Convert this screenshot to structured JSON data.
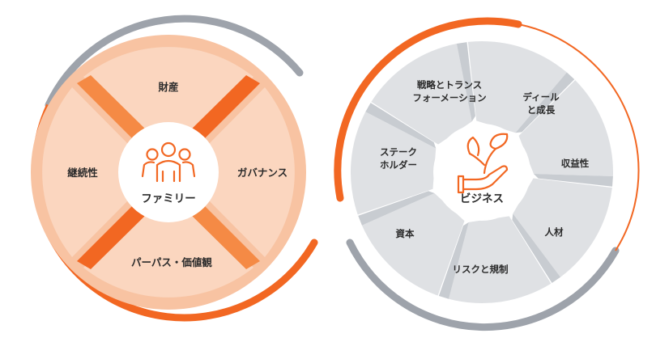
{
  "family": {
    "hub_label": "ファミリー",
    "hub_icon": "family-people-icon",
    "segments": {
      "top": "財産",
      "right": "ガバナンス",
      "bottom": "パーパス・価値観",
      "left": "継続性"
    }
  },
  "business": {
    "hub_label": "ビジネス",
    "hub_icon": "plant-in-hand-icon",
    "segments": {
      "strategy_line1": "戦略とトランス",
      "strategy_line2": "フォーメーション",
      "deals_line1": "ディール",
      "deals_line2": "と成長",
      "profitability": "収益性",
      "people": "人材",
      "risk": "リスクと規制",
      "capital": "資本",
      "stakeholders_line1": "ステーク",
      "stakeholders_line2": "ホルダー"
    }
  },
  "colors": {
    "orange": "#f26722",
    "orange_mid": "#f58a45",
    "peach": "#f8c3a2",
    "peach_light": "#fbd6bf",
    "gray_ring": "#9ea3ab",
    "gray_segment": "#dfe1e4",
    "gray_segment_dark": "#c8ccd1",
    "text": "#2b2b2b"
  }
}
